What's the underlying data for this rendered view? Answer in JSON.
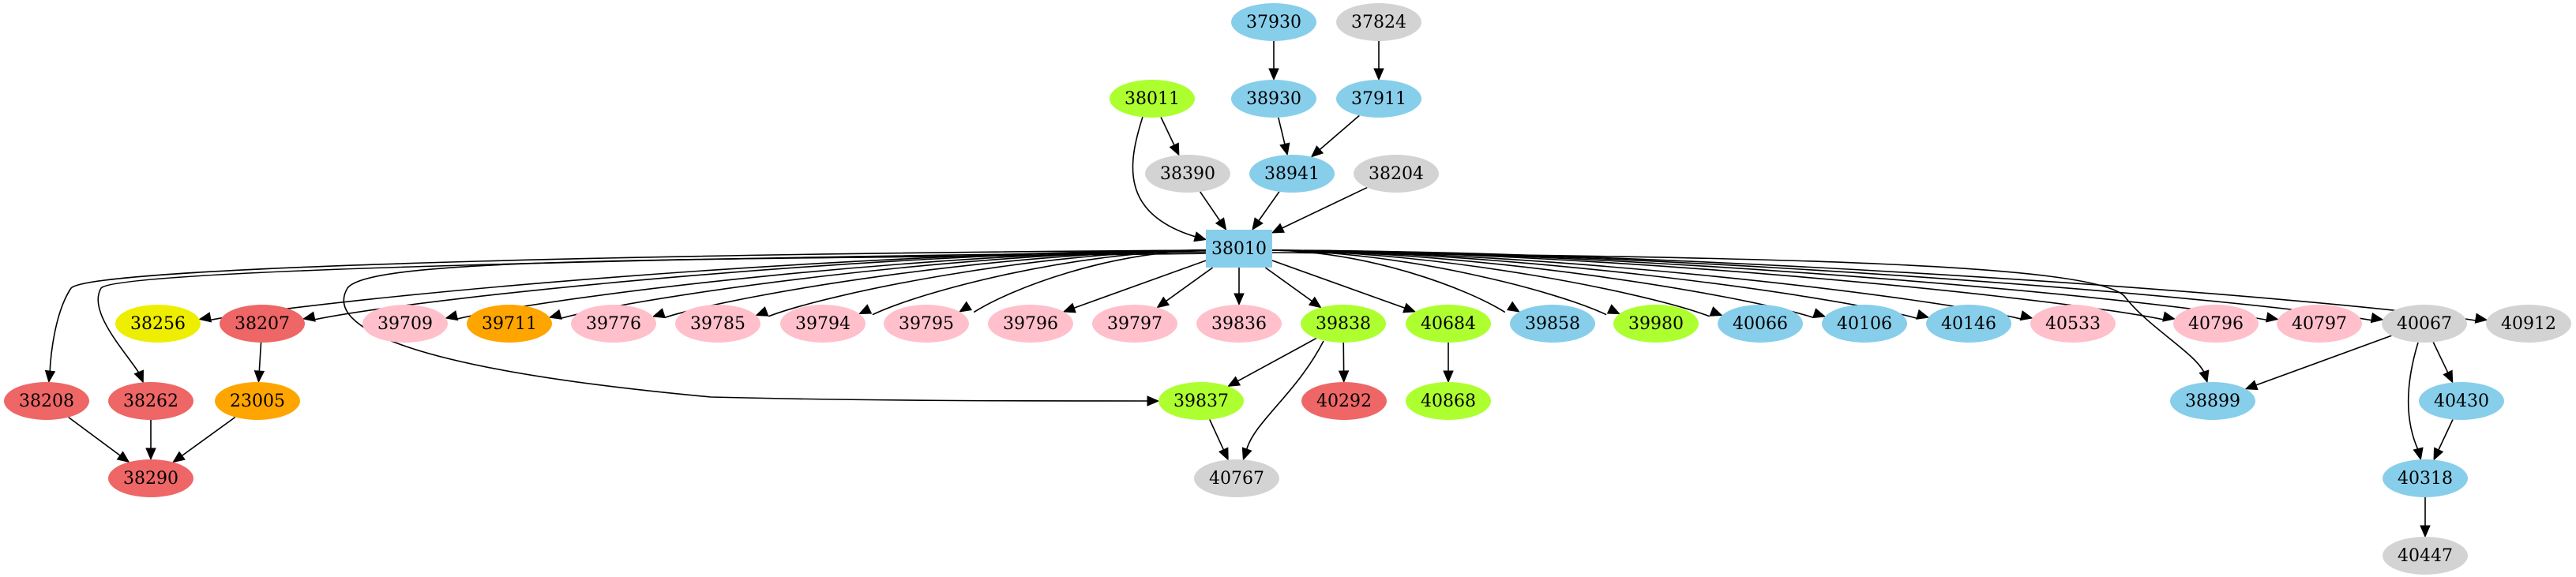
{
  "diagram": {
    "type": "directed-graph",
    "colors": {
      "skyblue": "#87CEEB",
      "lightgray": "#D3D3D3",
      "greenyellow": "#ADFF2F",
      "pink": "#FFC0CB",
      "orange": "#FFA500",
      "red": "#EE6666",
      "yellow": "#EEEE00"
    },
    "nodes": [
      {
        "id": "37930",
        "label": "37930",
        "color": "skyblue",
        "shape": "ellipse"
      },
      {
        "id": "37824",
        "label": "37824",
        "color": "lightgray",
        "shape": "ellipse"
      },
      {
        "id": "38011",
        "label": "38011",
        "color": "greenyellow",
        "shape": "ellipse"
      },
      {
        "id": "38930",
        "label": "38930",
        "color": "skyblue",
        "shape": "ellipse"
      },
      {
        "id": "37911",
        "label": "37911",
        "color": "skyblue",
        "shape": "ellipse"
      },
      {
        "id": "38390",
        "label": "38390",
        "color": "lightgray",
        "shape": "ellipse"
      },
      {
        "id": "38941",
        "label": "38941",
        "color": "skyblue",
        "shape": "ellipse"
      },
      {
        "id": "38204",
        "label": "38204",
        "color": "lightgray",
        "shape": "ellipse"
      },
      {
        "id": "38010",
        "label": "38010",
        "color": "skyblue",
        "shape": "box"
      },
      {
        "id": "38256",
        "label": "38256",
        "color": "yellow",
        "shape": "ellipse"
      },
      {
        "id": "38207",
        "label": "38207",
        "color": "red",
        "shape": "ellipse"
      },
      {
        "id": "39709",
        "label": "39709",
        "color": "pink",
        "shape": "ellipse"
      },
      {
        "id": "39711",
        "label": "39711",
        "color": "orange",
        "shape": "ellipse"
      },
      {
        "id": "39776",
        "label": "39776",
        "color": "pink",
        "shape": "ellipse"
      },
      {
        "id": "39785",
        "label": "39785",
        "color": "pink",
        "shape": "ellipse"
      },
      {
        "id": "39794",
        "label": "39794",
        "color": "pink",
        "shape": "ellipse"
      },
      {
        "id": "39795",
        "label": "39795",
        "color": "pink",
        "shape": "ellipse"
      },
      {
        "id": "39796",
        "label": "39796",
        "color": "pink",
        "shape": "ellipse"
      },
      {
        "id": "39797",
        "label": "39797",
        "color": "pink",
        "shape": "ellipse"
      },
      {
        "id": "39836",
        "label": "39836",
        "color": "pink",
        "shape": "ellipse"
      },
      {
        "id": "39838",
        "label": "39838",
        "color": "greenyellow",
        "shape": "ellipse"
      },
      {
        "id": "40684",
        "label": "40684",
        "color": "greenyellow",
        "shape": "ellipse"
      },
      {
        "id": "39858",
        "label": "39858",
        "color": "skyblue",
        "shape": "ellipse"
      },
      {
        "id": "39980",
        "label": "39980",
        "color": "greenyellow",
        "shape": "ellipse"
      },
      {
        "id": "40066",
        "label": "40066",
        "color": "skyblue",
        "shape": "ellipse"
      },
      {
        "id": "40106",
        "label": "40106",
        "color": "skyblue",
        "shape": "ellipse"
      },
      {
        "id": "40146",
        "label": "40146",
        "color": "skyblue",
        "shape": "ellipse"
      },
      {
        "id": "40533",
        "label": "40533",
        "color": "pink",
        "shape": "ellipse"
      },
      {
        "id": "40796",
        "label": "40796",
        "color": "pink",
        "shape": "ellipse"
      },
      {
        "id": "40797",
        "label": "40797",
        "color": "pink",
        "shape": "ellipse"
      },
      {
        "id": "40067",
        "label": "40067",
        "color": "lightgray",
        "shape": "ellipse"
      },
      {
        "id": "40912",
        "label": "40912",
        "color": "lightgray",
        "shape": "ellipse"
      },
      {
        "id": "38208",
        "label": "38208",
        "color": "red",
        "shape": "ellipse"
      },
      {
        "id": "38262",
        "label": "38262",
        "color": "red",
        "shape": "ellipse"
      },
      {
        "id": "23005",
        "label": "23005",
        "color": "orange",
        "shape": "ellipse"
      },
      {
        "id": "39837",
        "label": "39837",
        "color": "greenyellow",
        "shape": "ellipse"
      },
      {
        "id": "40292",
        "label": "40292",
        "color": "red",
        "shape": "ellipse"
      },
      {
        "id": "40868",
        "label": "40868",
        "color": "greenyellow",
        "shape": "ellipse"
      },
      {
        "id": "38899",
        "label": "38899",
        "color": "skyblue",
        "shape": "ellipse"
      },
      {
        "id": "40430",
        "label": "40430",
        "color": "skyblue",
        "shape": "ellipse"
      },
      {
        "id": "38290",
        "label": "38290",
        "color": "red",
        "shape": "ellipse"
      },
      {
        "id": "40767",
        "label": "40767",
        "color": "lightgray",
        "shape": "ellipse"
      },
      {
        "id": "40318",
        "label": "40318",
        "color": "skyblue",
        "shape": "ellipse"
      },
      {
        "id": "40447",
        "label": "40447",
        "color": "lightgray",
        "shape": "ellipse"
      }
    ],
    "edges": [
      {
        "from": "37930",
        "to": "38930"
      },
      {
        "from": "37824",
        "to": "37911"
      },
      {
        "from": "38011",
        "to": "38390"
      },
      {
        "from": "38011",
        "to": "38010"
      },
      {
        "from": "38930",
        "to": "38941"
      },
      {
        "from": "37911",
        "to": "38941"
      },
      {
        "from": "38390",
        "to": "38010"
      },
      {
        "from": "38941",
        "to": "38010"
      },
      {
        "from": "38204",
        "to": "38010"
      },
      {
        "from": "38010",
        "to": "38208"
      },
      {
        "from": "38010",
        "to": "38262"
      },
      {
        "from": "38010",
        "to": "38256"
      },
      {
        "from": "38010",
        "to": "38207"
      },
      {
        "from": "38010",
        "to": "39837"
      },
      {
        "from": "38010",
        "to": "39709"
      },
      {
        "from": "38010",
        "to": "39711"
      },
      {
        "from": "38010",
        "to": "39776"
      },
      {
        "from": "38010",
        "to": "39785"
      },
      {
        "from": "38010",
        "to": "39794"
      },
      {
        "from": "38010",
        "to": "39795"
      },
      {
        "from": "38010",
        "to": "39796"
      },
      {
        "from": "38010",
        "to": "39797"
      },
      {
        "from": "38010",
        "to": "39836"
      },
      {
        "from": "38010",
        "to": "39838"
      },
      {
        "from": "38010",
        "to": "40684"
      },
      {
        "from": "38010",
        "to": "39858"
      },
      {
        "from": "38010",
        "to": "39980"
      },
      {
        "from": "38010",
        "to": "40066"
      },
      {
        "from": "38010",
        "to": "40106"
      },
      {
        "from": "38010",
        "to": "40146"
      },
      {
        "from": "38010",
        "to": "40533"
      },
      {
        "from": "38010",
        "to": "38899"
      },
      {
        "from": "38010",
        "to": "40796"
      },
      {
        "from": "38010",
        "to": "40797"
      },
      {
        "from": "38010",
        "to": "40067"
      },
      {
        "from": "38010",
        "to": "40912"
      },
      {
        "from": "38207",
        "to": "23005"
      },
      {
        "from": "38208",
        "to": "38290"
      },
      {
        "from": "38262",
        "to": "38290"
      },
      {
        "from": "23005",
        "to": "38290"
      },
      {
        "from": "39838",
        "to": "39837"
      },
      {
        "from": "39838",
        "to": "40767"
      },
      {
        "from": "39838",
        "to": "40292"
      },
      {
        "from": "39837",
        "to": "40767"
      },
      {
        "from": "40684",
        "to": "40868"
      },
      {
        "from": "40067",
        "to": "38899"
      },
      {
        "from": "40067",
        "to": "40430"
      },
      {
        "from": "40067",
        "to": "40318"
      },
      {
        "from": "40430",
        "to": "40318"
      },
      {
        "from": "40318",
        "to": "40447"
      }
    ]
  }
}
